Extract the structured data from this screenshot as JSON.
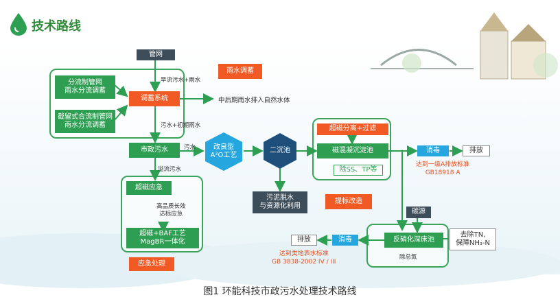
{
  "header": {
    "title": "技术路线",
    "logo_icon": "water-drop-icon"
  },
  "caption": "图1 环能科技市政污水处理技术路线",
  "colors": {
    "green": "#2e9e52",
    "orange": "#f15a24",
    "blue": "#25a6df",
    "dark": "#3d4d5a"
  },
  "nodes": {
    "guanwang": "管网",
    "fenliu": "分流制管网\n雨水分流调蓄",
    "jieliu": "截留式合流制管网\n雨水分流调蓄",
    "tiaoxu": "调蓄系统",
    "yushui": "雨水调蓄",
    "shizheng": "市政污水",
    "gailiang": "改良型\nA²O工艺",
    "erchen": "二沉池",
    "chaoci_fenli": "超磁分离+过滤",
    "cihun": "磁混凝沉淀池",
    "chu_ss": "除SS、TP等",
    "xiaodu1": "消毒",
    "paifang1": "排放",
    "wuni": "污泥脱水\n与资源化利用",
    "tibiao": "提标改造",
    "chaoci_yingji": "超磁应急",
    "bafgy": "超磁+BAF工艺\nMagBR一体化",
    "yingji": "应急处理",
    "tanyuan": "碳源",
    "fanxiaohua": "反硝化深床池",
    "qujian": "去除TN,\n保障NH₃-N",
    "xiaodu2": "消毒",
    "paifang2": "排放"
  },
  "labels": {
    "hanliu": "旱流污水+雨水",
    "wushui": "污水+初期雨水",
    "zhonghou": "中后期雨水排入自然水体",
    "wushui2": "污水",
    "yiliu": "溢流污水",
    "gaopin": "高品质长效\n达标应急",
    "standard1": "达到一级A排放标准\nGB18918 A",
    "chuzongdan": "除总氮",
    "standard2": "达到类地表水标准\nGB 3838-2002 IV / III"
  }
}
